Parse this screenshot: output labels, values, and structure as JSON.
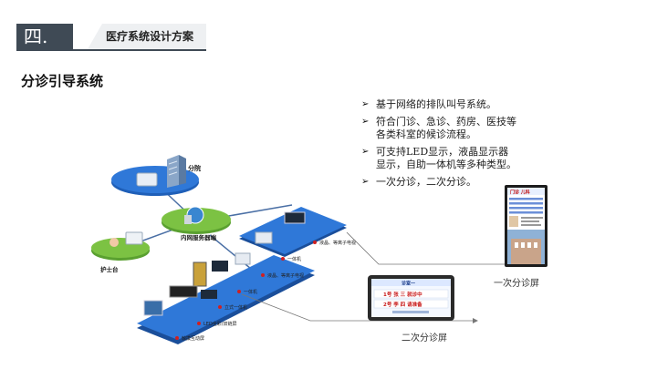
{
  "header": {
    "number": "四.",
    "title": "医疗系统设计方案"
  },
  "section": {
    "title": "分诊引导系统"
  },
  "bullets": [
    "基于网络的排队叫号系统。",
    "符合门诊、急诊、药房、医技等各类科室的候诊流程。",
    "可支持LED显示，液晶显示器显示，自助一体机等多种类型。",
    "一次分诊，二次分诊。"
  ],
  "diagram": {
    "node_triage": "分院",
    "node_server": "内网服务器端",
    "node_nurse": "护士台",
    "labels": [
      "液晶、等离子电视",
      "一体机",
      "液晶、等离子电视",
      "一体机",
      "立式一体机",
      "LED全彩/双链屏",
      "触摸互动屏"
    ]
  },
  "screens": {
    "primary": {
      "header": "门诊 儿科",
      "caption": "一次分诊屏"
    },
    "secondary": {
      "header": "诊室一",
      "rows": [
        "1号 张 三 就诊中",
        "2号 李 四 请准备"
      ],
      "caption": "二次分诊屏"
    }
  },
  "colors": {
    "accent": "#3f4a55",
    "platform_blue": "#1f5fb8",
    "node_green": "#7cc243"
  }
}
